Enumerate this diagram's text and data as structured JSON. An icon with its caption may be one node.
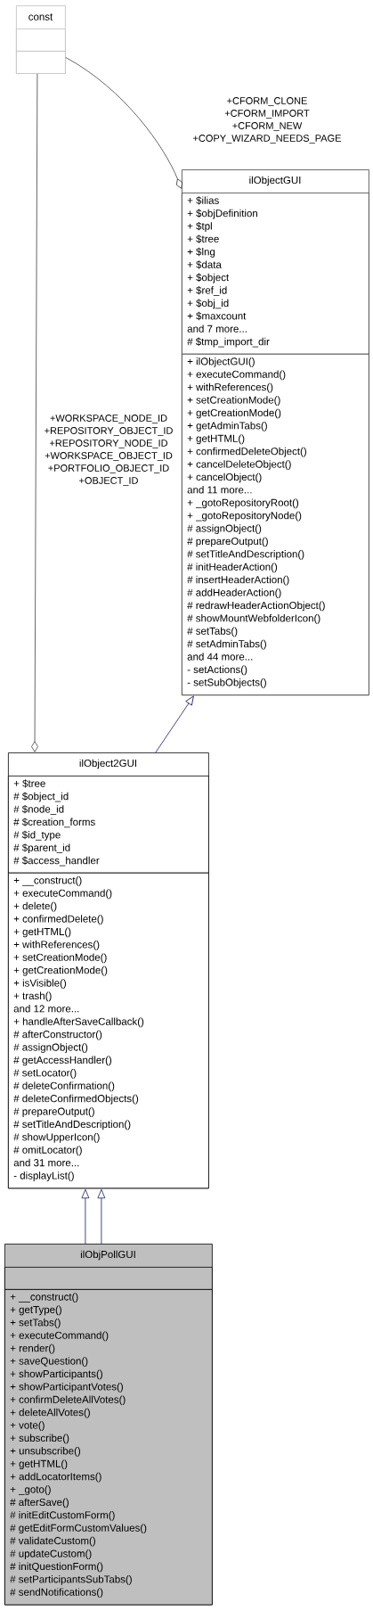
{
  "diagram": {
    "nodes": [
      {
        "text": [
          "const"
        ]
      },
      {
        "text": [],
        "shape": "box",
        "in": 0
      },
      {
        "text": [],
        "shape": "box",
        "in": 0
      },
      {
        "text": [
          "ilObjectGUI"
        ]
      },
      {
        "text": [
          "+ $ilias",
          "+ $objDefinition",
          "+ $tpl",
          "+ $tree",
          "+ $lng",
          "+ $data",
          "+ $object",
          "+ $ref_id",
          "+ $obj_id",
          "+ $maxcount",
          "and 7 more...",
          "# $tmp_import_dir"
        ],
        "in": 3
      },
      {
        "text": [
          "+ ilObjectGUI()",
          "+ executeCommand()",
          "+ withReferences()",
          "+ setCreationMode()",
          "+ getCreationMode()",
          "+ getAdminTabs()",
          "+ getHTML()",
          "+ confirmedDeleteObject()",
          "+ cancelDeleteObject()",
          "+ cancelObject()",
          "and 11 more...",
          "+ _gotoRepositoryRoot()",
          "+ _gotoRepositoryNode()",
          "# assignObject()",
          "# prepareOutput()",
          "# setTitleAndDescription()",
          "# initHeaderAction()",
          "# insertHeaderAction()",
          "# addHeaderAction()",
          "# redrawHeaderActionObject()",
          "# showMountWebfolderIcon()",
          "# setTabs()",
          "# setAdminTabs()",
          "and 44 more...",
          "- setActions()",
          "- setSubObjects()"
        ],
        "in": 3
      },
      {
        "text": [
          "ilObject2GUI"
        ]
      },
      {
        "text": [
          "+ $tree",
          "# $object_id",
          "# $node_id",
          "# $creation_forms",
          "# $id_type",
          "# $parent_id",
          "# $access_handler"
        ],
        "in": 6
      },
      {
        "text": [
          "+ __construct()",
          "+ executeCommand()",
          "+ delete()",
          "+ confirmedDelete()",
          "+ getHTML()",
          "+ withReferences()",
          "+ setCreationMode()",
          "+ getCreationMode()",
          "+ isVisible()",
          "+ trash()",
          "and 12 more...",
          "+ handleAfterSaveCallback()",
          "# afterConstructor()",
          "# assignObject()",
          "# getAccessHandler()",
          "# setLocator()",
          "# deleteConfirmation()",
          "# deleteConfirmedObjects()",
          "# prepareOutput()",
          "# setTitleAndDescription()",
          "# showUpperIcon()",
          "# omitLocator()",
          "and 31 more...",
          "- displayList()"
        ],
        "in": 6
      },
      {
        "text": [
          "ilObjPollGUI"
        ]
      },
      {
        "text": [],
        "shape": "box",
        "in": 9
      },
      {
        "text": [
          "+ __construct()",
          "+ getType()",
          "+ setTabs()",
          "+ executeCommand()",
          "+ render()",
          "+ saveQuestion()",
          "+ showParticipants()",
          "+ showParticipantVotes()",
          "+ confirmDeleteAllVotes()",
          "+ deleteAllVotes()",
          "+ vote()",
          "+ subscribe()",
          "+ unsubscribe()",
          "+ getHTML()",
          "+ addLocatorItems()",
          "+ _goto()",
          "# afterSave()",
          "# initEditCustomForm()",
          "# getEditFormCustomValues()",
          "# validateCustom()",
          "# updateCustom()",
          "# initQuestionForm()",
          "# setParticipantsSubTabs()",
          "# sendNotifications()"
        ],
        "in": 9
      }
    ],
    "edges": [
      {
        "from": 0,
        "to": 3,
        "arrow": "other",
        "label": "+CFORM_CLONE +CFORM_IMPORT +CFORM_NEW +COPY_WIZARD_NEEDS_PAGE",
        "color": "#404040"
      },
      {
        "from": 0,
        "to": 6,
        "arrow": "other",
        "label": "+WORKSPACE_NODE_ID +REPOSITORY_OBJECT_ID +REPOSITORY_NODE_ID +WORKSPACE_OBJECT_ID +PORTFOLIO_OBJECT_ID +OBJECT_ID",
        "color": "#404040"
      },
      {
        "from": 6,
        "to": 3,
        "arrow": "to"
      },
      {
        "from": 9,
        "to": 6,
        "arrow": "to"
      },
      {
        "from": 9,
        "to": 6,
        "arrow": "to"
      }
    ]
  }
}
